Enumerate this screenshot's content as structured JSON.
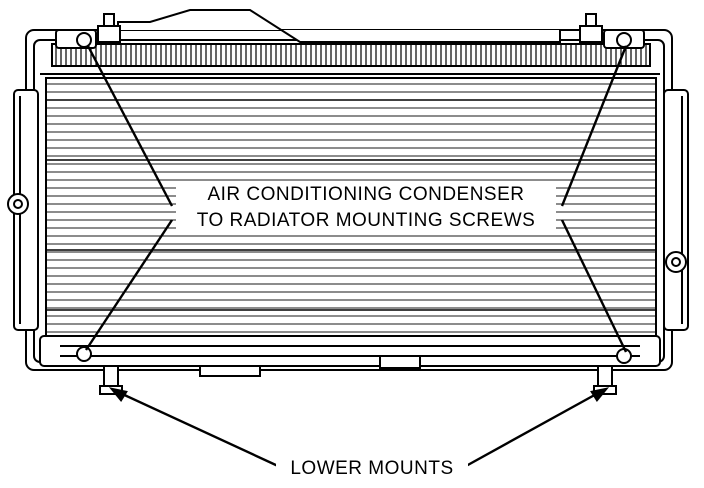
{
  "callouts": {
    "condenser_line1": "AIR CONDITIONING CONDENSER",
    "condenser_line2": "TO RADIATOR MOUNTING SCREWS",
    "lower_mounts": "LOWER MOUNTS"
  },
  "colors": {
    "ink": "#000000",
    "paper": "#ffffff"
  }
}
